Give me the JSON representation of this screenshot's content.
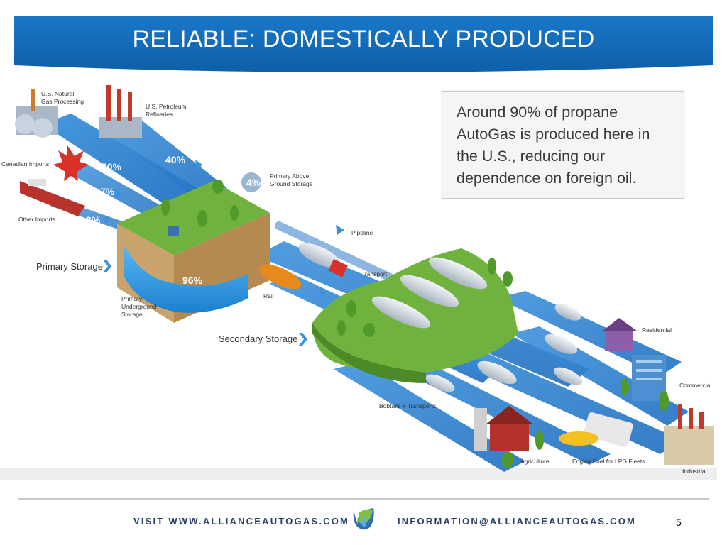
{
  "header": {
    "title": "RELIABLE: DOMESTICALLY PRODUCED"
  },
  "callout": {
    "text": "Around 90% of propane AutoGas is produced here in the U.S., reducing our dependence on foreign oil."
  },
  "diagram": {
    "sources": [
      {
        "label_lines": [
          "U.S. Natural",
          "Gas Processing"
        ],
        "percent": "50%"
      },
      {
        "label_lines": [
          "U.S. Petroleum",
          "Refineries"
        ],
        "percent": "40%"
      },
      {
        "label_lines": [
          "Canadian Imports"
        ],
        "percent": "7%"
      },
      {
        "label_lines": [
          "Other Imports"
        ],
        "percent": "3%"
      }
    ],
    "primary_above": {
      "label_lines": [
        "Primary Above",
        "Ground Storage"
      ],
      "percent": "4%"
    },
    "primary_underground": {
      "label_lines": [
        "Primary",
        "Underground",
        "Storage"
      ],
      "percent": "96%"
    },
    "stage_labels": {
      "primary": "Primary Storage",
      "secondary": "Secondary Storage"
    },
    "transport_labels": {
      "pipeline": "Pipeline",
      "transport": "Transport",
      "rail": "Rail",
      "bobtails": "Bobtails + Transports"
    },
    "destinations": {
      "residential": "Residential",
      "commercial": "Commercial",
      "agriculture": "Agriculture",
      "engine_fuel": "Engine Fuel for LPG Fleets",
      "industrial": "Industrial"
    }
  },
  "footer": {
    "visit": "VISIT WWW.ALLIANCEAUTOGAS.COM",
    "email": "INFORMATION@ALLIANCEAUTOGAS.COM",
    "page": "5"
  },
  "colors": {
    "banner_blue": "#1569b8",
    "stream_blue": "#2a7fd0",
    "land_green": "#6fb33e",
    "footer_text": "#2a3f66"
  }
}
